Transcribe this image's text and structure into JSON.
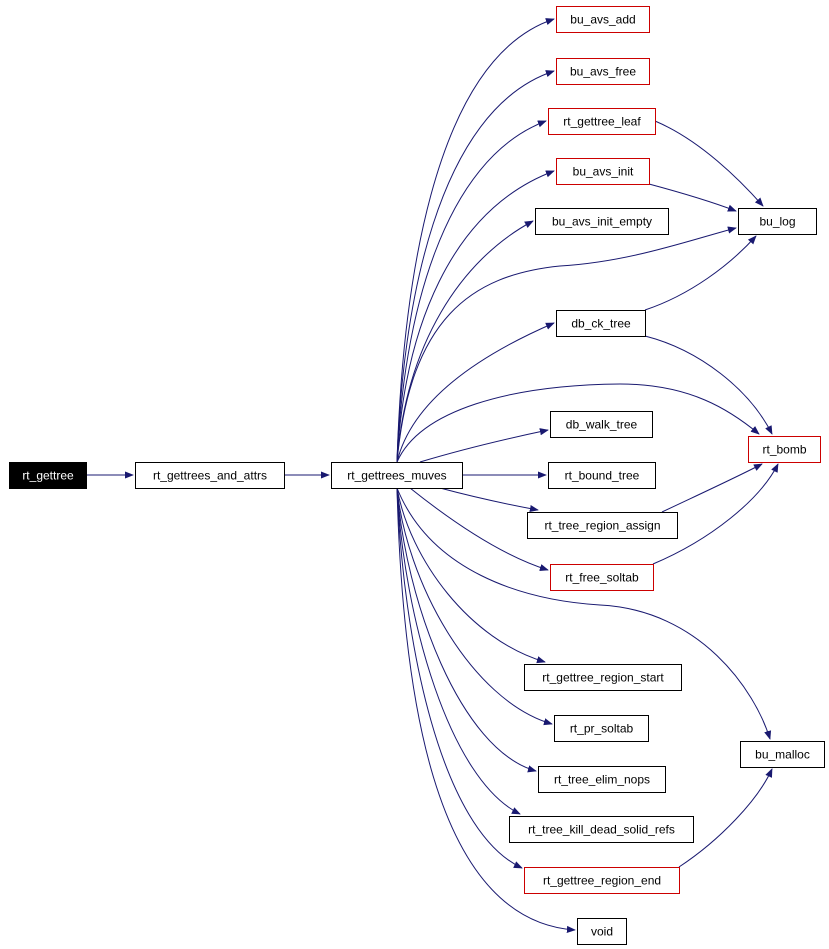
{
  "colors": {
    "edge": "#191970",
    "border_normal": "#000000",
    "border_truncated": "#cc0000",
    "root_fill": "#000000",
    "root_text": "#ffffff",
    "node_fill": "#ffffff",
    "node_text": "#000000"
  },
  "nodes": {
    "rt_gettree": {
      "label": "rt_gettree",
      "style": "root"
    },
    "rt_gettrees_and_attrs": {
      "label": "rt_gettrees_and_attrs",
      "style": "normal"
    },
    "rt_gettrees_muves": {
      "label": "rt_gettrees_muves",
      "style": "normal"
    },
    "bu_avs_add": {
      "label": "bu_avs_add",
      "style": "truncated"
    },
    "bu_avs_free": {
      "label": "bu_avs_free",
      "style": "truncated"
    },
    "rt_gettree_leaf": {
      "label": "rt_gettree_leaf",
      "style": "truncated"
    },
    "bu_avs_init": {
      "label": "bu_avs_init",
      "style": "truncated"
    },
    "bu_avs_init_empty": {
      "label": "bu_avs_init_empty",
      "style": "normal"
    },
    "db_ck_tree": {
      "label": "db_ck_tree",
      "style": "normal"
    },
    "db_walk_tree": {
      "label": "db_walk_tree",
      "style": "normal"
    },
    "rt_bound_tree": {
      "label": "rt_bound_tree",
      "style": "normal"
    },
    "rt_tree_region_assign": {
      "label": "rt_tree_region_assign",
      "style": "normal"
    },
    "rt_free_soltab": {
      "label": "rt_free_soltab",
      "style": "truncated"
    },
    "rt_gettree_region_start": {
      "label": "rt_gettree_region_start",
      "style": "normal"
    },
    "rt_pr_soltab": {
      "label": "rt_pr_soltab",
      "style": "normal"
    },
    "rt_tree_elim_nops": {
      "label": "rt_tree_elim_nops",
      "style": "normal"
    },
    "rt_tree_kill_dead_solid_refs": {
      "label": "rt_tree_kill_dead_solid_refs",
      "style": "normal"
    },
    "rt_gettree_region_end": {
      "label": "rt_gettree_region_end",
      "style": "truncated"
    },
    "void": {
      "label": "void",
      "style": "normal"
    },
    "bu_log": {
      "label": "bu_log",
      "style": "normal"
    },
    "rt_bomb": {
      "label": "rt_bomb",
      "style": "truncated"
    },
    "bu_malloc": {
      "label": "bu_malloc",
      "style": "normal"
    }
  },
  "edges": [
    [
      "rt_gettree",
      "rt_gettrees_and_attrs"
    ],
    [
      "rt_gettrees_and_attrs",
      "rt_gettrees_muves"
    ],
    [
      "rt_gettrees_muves",
      "bu_avs_add"
    ],
    [
      "rt_gettrees_muves",
      "bu_avs_free"
    ],
    [
      "rt_gettrees_muves",
      "rt_gettree_leaf"
    ],
    [
      "rt_gettrees_muves",
      "bu_avs_init"
    ],
    [
      "rt_gettrees_muves",
      "bu_avs_init_empty"
    ],
    [
      "rt_gettrees_muves",
      "bu_log"
    ],
    [
      "rt_gettrees_muves",
      "db_ck_tree"
    ],
    [
      "rt_gettrees_muves",
      "rt_bomb"
    ],
    [
      "rt_gettrees_muves",
      "db_walk_tree"
    ],
    [
      "rt_gettrees_muves",
      "rt_bound_tree"
    ],
    [
      "rt_gettrees_muves",
      "rt_tree_region_assign"
    ],
    [
      "rt_gettrees_muves",
      "rt_free_soltab"
    ],
    [
      "rt_gettrees_muves",
      "bu_malloc"
    ],
    [
      "rt_gettrees_muves",
      "rt_gettree_region_start"
    ],
    [
      "rt_gettrees_muves",
      "rt_pr_soltab"
    ],
    [
      "rt_gettrees_muves",
      "rt_tree_elim_nops"
    ],
    [
      "rt_gettrees_muves",
      "rt_tree_kill_dead_solid_refs"
    ],
    [
      "rt_gettrees_muves",
      "rt_gettree_region_end"
    ],
    [
      "rt_gettrees_muves",
      "void"
    ],
    [
      "rt_gettree_leaf",
      "bu_log"
    ],
    [
      "bu_avs_init",
      "bu_log"
    ],
    [
      "db_ck_tree",
      "bu_log"
    ],
    [
      "db_ck_tree",
      "rt_bomb"
    ],
    [
      "rt_tree_region_assign",
      "rt_bomb"
    ],
    [
      "rt_free_soltab",
      "rt_bomb"
    ],
    [
      "rt_gettree_region_end",
      "bu_malloc"
    ]
  ]
}
